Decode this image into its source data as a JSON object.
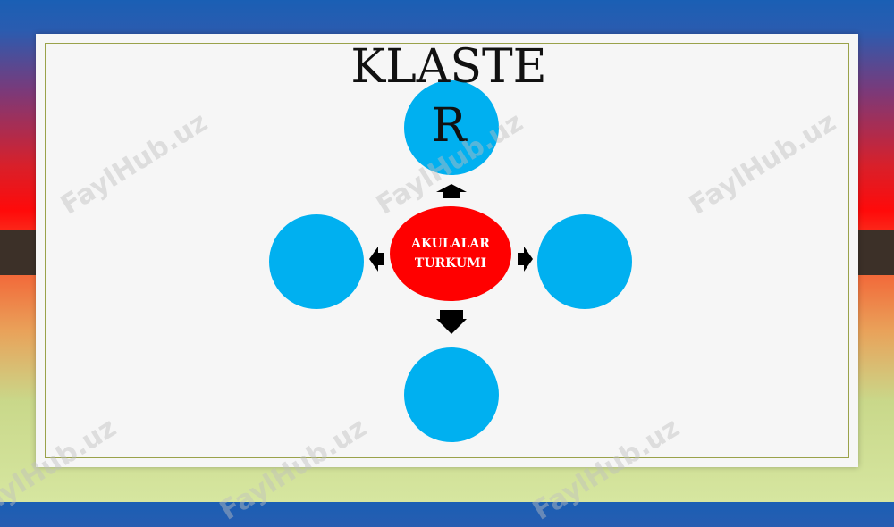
{
  "slide": {
    "title": "KLASTER",
    "title_line1": "KLASTE",
    "title_line2": "R"
  },
  "diagram": {
    "center_line1": "AKULALAR",
    "center_line2": "TURKUMI",
    "satellites": [
      "",
      "",
      "",
      ""
    ],
    "colors": {
      "satellite": "#00b0f0",
      "center": "#ff0000",
      "arrow": "#000000"
    }
  },
  "watermark": {
    "text": "FaylHub.uz"
  }
}
